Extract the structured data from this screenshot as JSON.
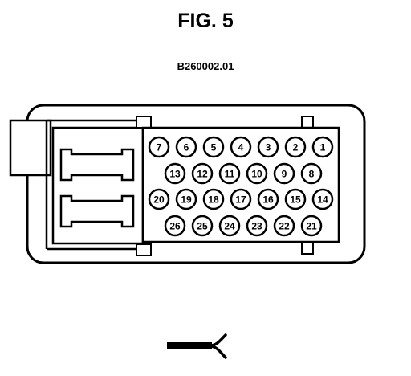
{
  "figure": {
    "title": "FIG. 5",
    "part_code": "B260002.01"
  },
  "connector": {
    "pin_rows": [
      [
        "7",
        "6",
        "5",
        "4",
        "3",
        "2",
        "1"
      ],
      [
        "13",
        "12",
        "11",
        "10",
        "9",
        "8"
      ],
      [
        "20",
        "19",
        "18",
        "17",
        "16",
        "15",
        "14"
      ],
      [
        "26",
        "25",
        "24",
        "23",
        "22",
        "21"
      ]
    ]
  }
}
